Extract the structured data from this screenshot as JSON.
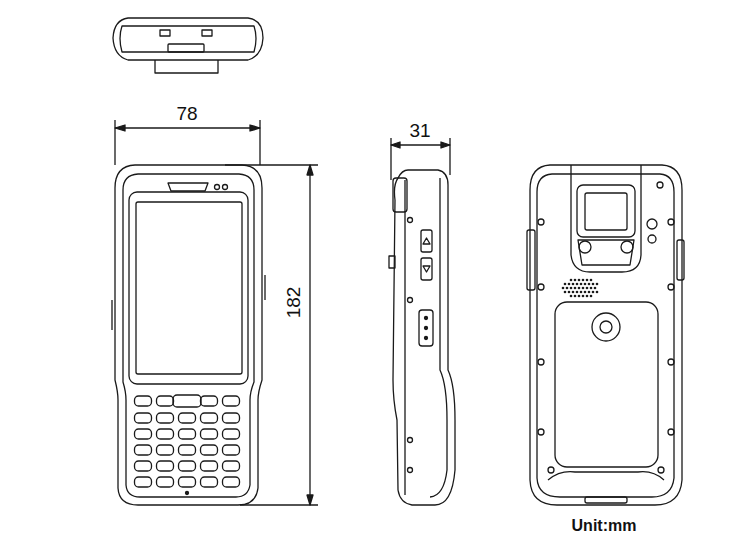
{
  "diagram": {
    "labels": [
      "78",
      "31",
      "182",
      "Unit:mm"
    ]
  }
}
